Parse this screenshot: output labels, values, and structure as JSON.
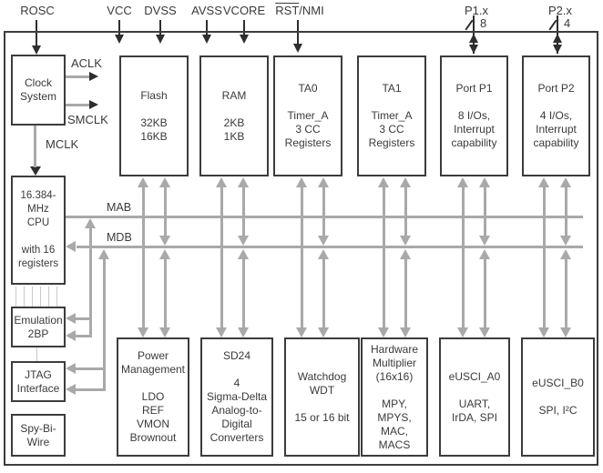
{
  "pins": {
    "rosc": "ROSC",
    "vcc": "VCC",
    "dvss": "DVSS",
    "avss": "AVSS",
    "vcore": "VCORE",
    "rst_overline": "RST",
    "rst_rest": "/NMI",
    "p1": {
      "label": "P1.x",
      "bus_width": "8"
    },
    "p2": {
      "label": "P2.x",
      "bus_width": "4"
    }
  },
  "clock_signals": {
    "aclk": "ACLK",
    "smclk": "SMCLK",
    "mclk": "MCLK"
  },
  "buses": {
    "mab": "MAB",
    "mdb": "MDB"
  },
  "blocks": {
    "clock": "Clock\nSystem",
    "cpu": "16.384-MHz\nCPU\n\nwith 16\nregisters",
    "emulation": "Emulation\n2BP",
    "jtag": "JTAG\nInterface",
    "spy_bi_wire": "Spy-Bi-\nWire",
    "flash": "Flash\n\n32KB\n16KB",
    "ram": "RAM\n\n2KB\n1KB",
    "ta0": "TA0\n\nTimer_A\n3 CC\nRegisters",
    "ta1": "TA1\n\nTimer_A\n3 CC\nRegisters",
    "port_p1": "Port P1\n\n8 I/Os,\nInterrupt\ncapability",
    "port_p2": "Port P2\n\n4 I/Os,\nInterrupt\ncapability",
    "power_mgmt": "Power\nManagement\n\nLDO\nREF\nVMON\nBrownout",
    "sd24": "SD24\n\n4\nSigma-Delta\nAnalog-to-\nDigital\nConverters",
    "watchdog": "Watchdog\nWDT\n\n15 or 16 bit",
    "hw_multiplier": "Hardware\nMultiplier\n(16x16)\n\nMPY,\nMPYS,\nMAC,\nMACS",
    "eusci_a0": "eUSCI_A0\n\nUART,\nIrDA, SPI",
    "eusci_b0": "eUSCI_B0\n\nSPI, I²C"
  },
  "colors": {
    "connector_gray": "#a9a9a9",
    "pin_black": "#2e2e2e",
    "block_border": "#3c3c3c",
    "thin_line": "#c9c9c9"
  }
}
